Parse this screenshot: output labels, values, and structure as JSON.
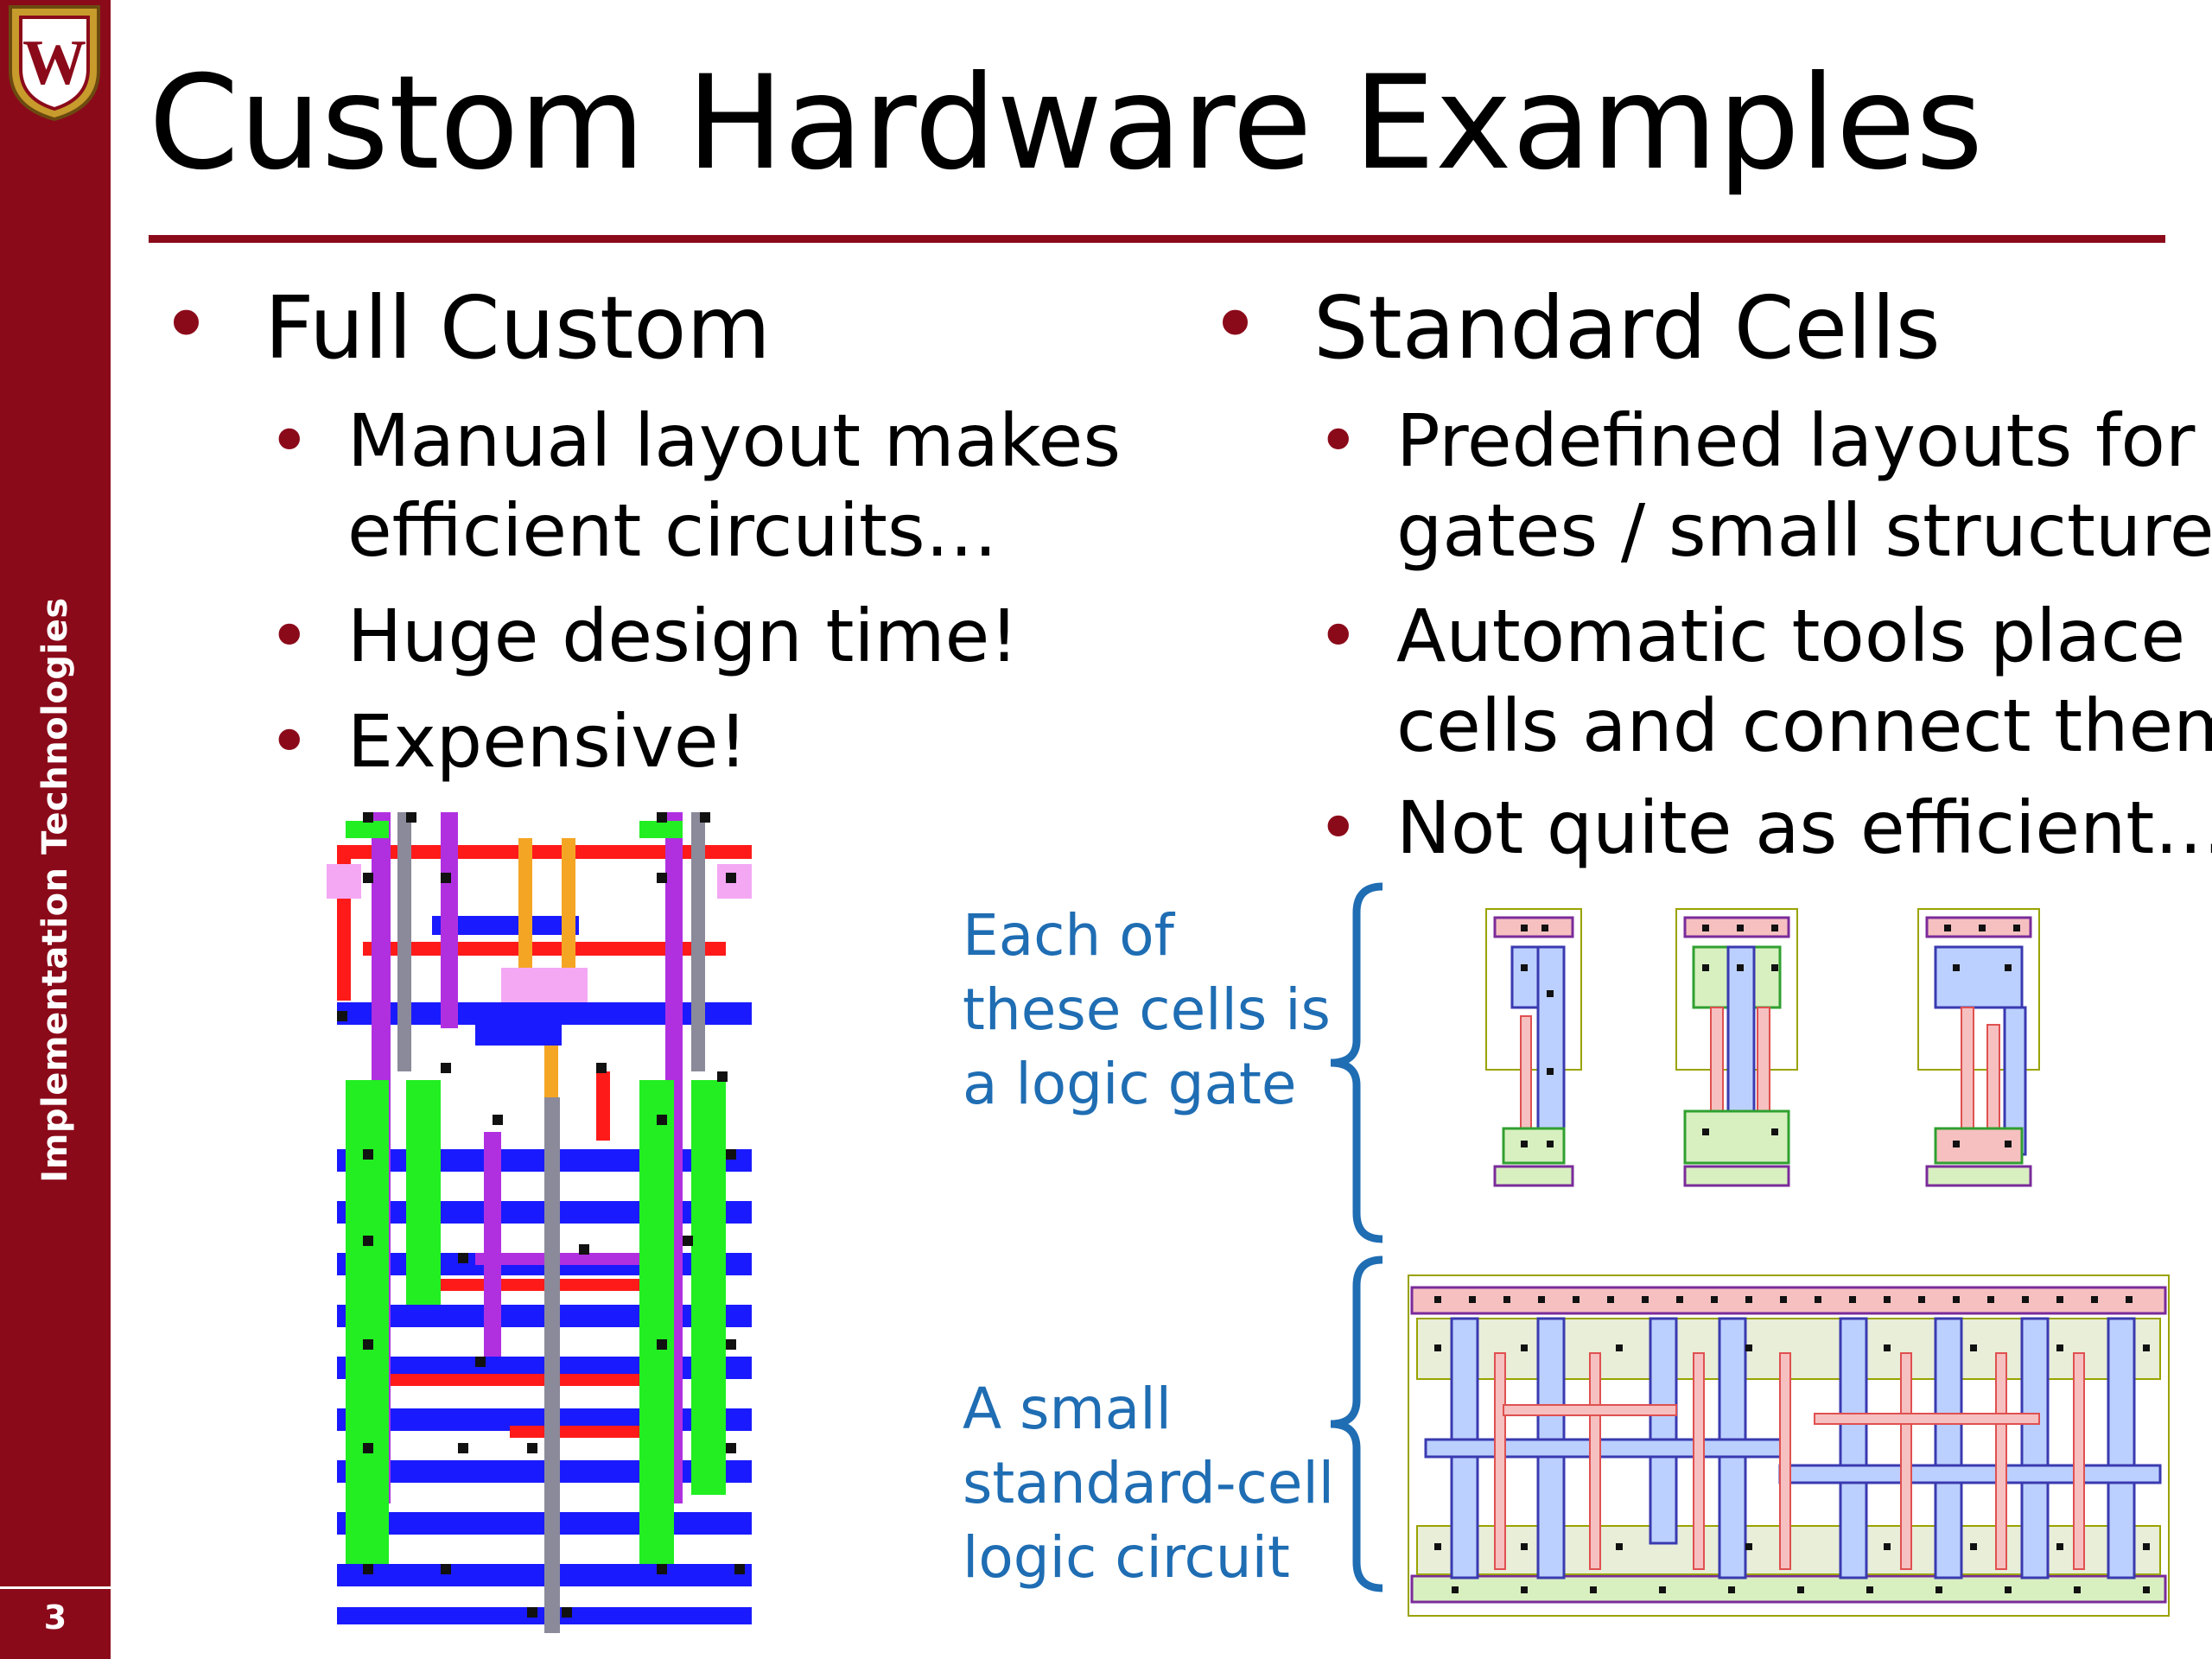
{
  "sidebar": {
    "label": "Implementation Technologies",
    "page_number": "3",
    "crest_letter": "W"
  },
  "title": "Custom Hardware Examples",
  "left": {
    "heading": "Full Custom",
    "bullets": [
      "Manual layout makes",
      "efficient circuits…",
      "Huge design time!",
      "Expensive!"
    ]
  },
  "right": {
    "heading": "Standard Cells",
    "bullets": [
      "Predefined layouts for",
      "gates / small structures",
      "Automatic tools place",
      "cells and connect them",
      "Not quite as efficient…"
    ]
  },
  "annotations": {
    "cells_note": [
      "Each of",
      "these cells is",
      "a logic gate"
    ],
    "circuit_note": [
      "A small",
      "standard-cell",
      "logic circuit"
    ]
  },
  "colors": {
    "brand_red": "#8b0a1a",
    "note_blue": "#1f6db3",
    "metal_blue": "#1a1aff",
    "poly_red": "#ff1a1a",
    "diff_green": "#22ee22",
    "via_purple": "#b030e0"
  }
}
